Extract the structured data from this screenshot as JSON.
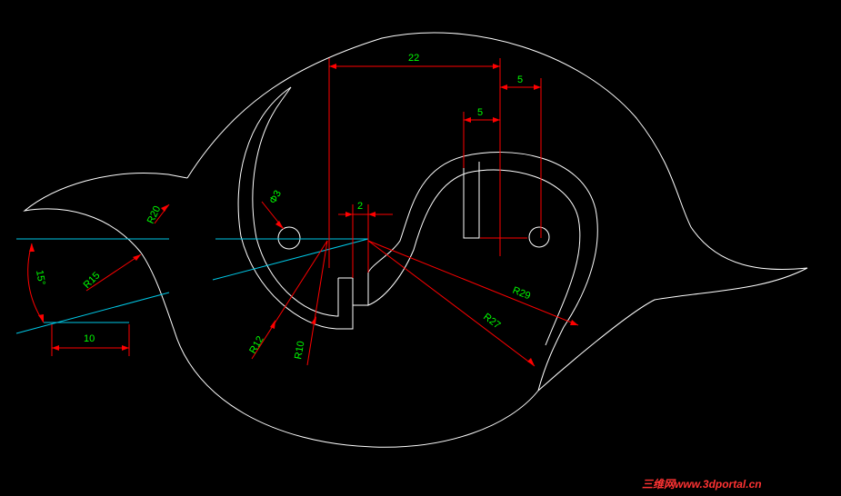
{
  "colors": {
    "background": "#000000",
    "outline": "#ffffff",
    "dimension": "#ff0000",
    "dimension_text": "#00ff00",
    "construction": "#00c8e6",
    "watermark": "#ff3333"
  },
  "dimensions": {
    "d22": "22",
    "d5_top": "5",
    "d5_slot": "5",
    "d2": "2",
    "phi3": "Φ3",
    "r20": "R20",
    "r15": "R15",
    "angle15": "15°",
    "d10": "10",
    "r12": "R12",
    "r10": "R10",
    "r29": "R29",
    "r27": "R27"
  },
  "watermark": "三维网www.3dportal.cn"
}
